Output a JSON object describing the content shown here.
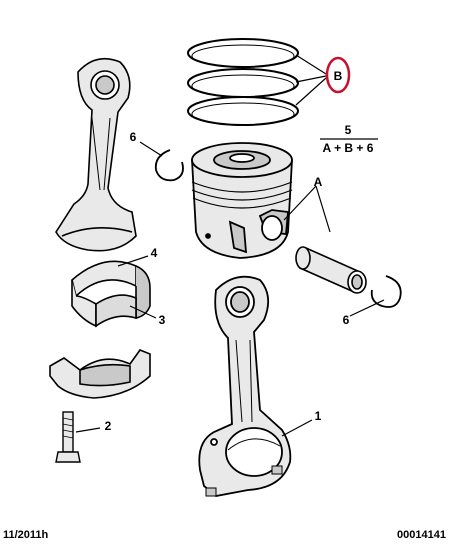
{
  "callouts": {
    "c1": "1",
    "c2": "2",
    "c3": "3",
    "c4": "4",
    "c5": "5",
    "c6_top": "6",
    "c6_bottom": "6",
    "cA": "A",
    "cB": "B"
  },
  "formula": "A + B + 6",
  "footer": {
    "date": "11/2011h",
    "ref": "00014141"
  },
  "colors": {
    "highlight": "#c8102e",
    "line": "#000000",
    "part_fill": "#e9e9e9",
    "part_shade": "#c9c9c9"
  }
}
